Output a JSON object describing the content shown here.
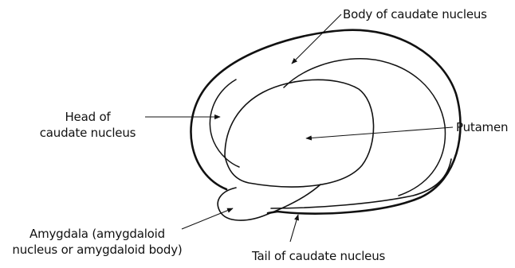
{
  "labels": {
    "body_of_caudate": "Body of caudate nucleus",
    "head_of_caudate_line1": "Head of",
    "head_of_caudate_line2": "caudate nucleus",
    "putamen": "Putamen",
    "amygdala_line1": "Amygdala (amygdaloid",
    "amygdala_line2": "nucleus or amygdaloid body)",
    "tail_of_caudate": "Tail of caudate nucleus"
  },
  "colors": {
    "stroke": "#111111",
    "background": "#ffffff"
  }
}
